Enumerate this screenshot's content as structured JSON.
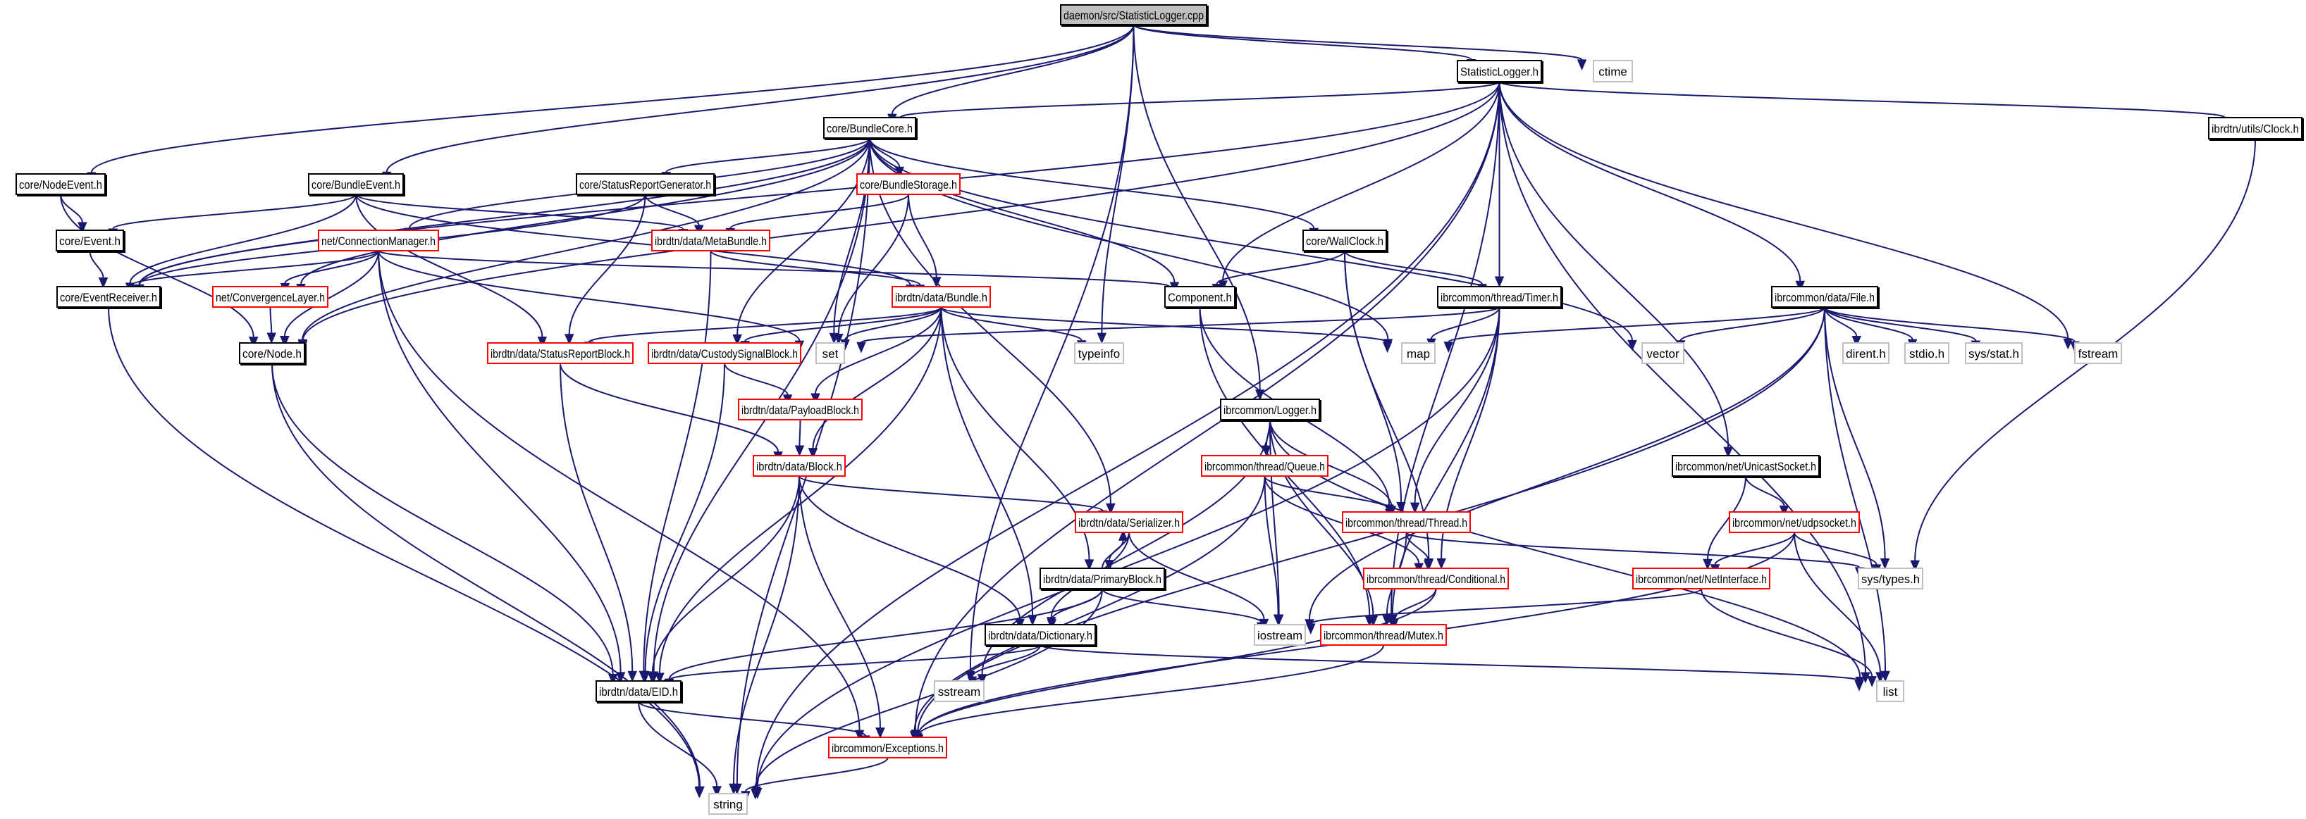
{
  "title": "daemon/src/StatisticLogger.cpp include dependency graph",
  "colors": {
    "edge": "#191970",
    "root_fill": "#bfbfbf",
    "incomplete_border": "#ff0000",
    "system_border": "#bfbfbf",
    "normal_border": "#000000"
  },
  "nodes": [
    {
      "id": "root",
      "label": "daemon/src/StatisticLogger.cpp",
      "kind": "root"
    },
    {
      "id": "statlog_h",
      "label": "StatisticLogger.h",
      "kind": "normal"
    },
    {
      "id": "ctime",
      "label": "ctime",
      "kind": "system"
    },
    {
      "id": "clock_h",
      "label": "ibrdtn/utils/Clock.h",
      "kind": "normal"
    },
    {
      "id": "bundlecore_h",
      "label": "core/BundleCore.h",
      "kind": "normal"
    },
    {
      "id": "nodeevent_h",
      "label": "core/NodeEvent.h",
      "kind": "normal"
    },
    {
      "id": "bundleevent_h",
      "label": "core/BundleEvent.h",
      "kind": "normal"
    },
    {
      "id": "srg_h",
      "label": "core/StatusReportGenerator.h",
      "kind": "normal"
    },
    {
      "id": "bundlestorage_h",
      "label": "core/BundleStorage.h",
      "kind": "incomplete"
    },
    {
      "id": "event_h",
      "label": "core/Event.h",
      "kind": "normal"
    },
    {
      "id": "connmgr_h",
      "label": "net/ConnectionManager.h",
      "kind": "incomplete"
    },
    {
      "id": "metabundle_h",
      "label": "ibrdtn/data/MetaBundle.h",
      "kind": "incomplete"
    },
    {
      "id": "wallclock_h",
      "label": "core/WallClock.h",
      "kind": "normal"
    },
    {
      "id": "eventreceiver_h",
      "label": "core/EventReceiver.h",
      "kind": "normal"
    },
    {
      "id": "convlayer_h",
      "label": "net/ConvergenceLayer.h",
      "kind": "incomplete"
    },
    {
      "id": "bundle_h",
      "label": "ibrdtn/data/Bundle.h",
      "kind": "incomplete"
    },
    {
      "id": "component_h",
      "label": "Component.h",
      "kind": "normal"
    },
    {
      "id": "timer_h",
      "label": "ibrcommon/thread/Timer.h",
      "kind": "normal"
    },
    {
      "id": "file_h",
      "label": "ibrcommon/data/File.h",
      "kind": "normal"
    },
    {
      "id": "node_h",
      "label": "core/Node.h",
      "kind": "normal"
    },
    {
      "id": "srblock_h",
      "label": "ibrdtn/data/StatusReportBlock.h",
      "kind": "incomplete"
    },
    {
      "id": "csblock_h",
      "label": "ibrdtn/data/CustodySignalBlock.h",
      "kind": "incomplete"
    },
    {
      "id": "set",
      "label": "set",
      "kind": "system"
    },
    {
      "id": "typeinfo",
      "label": "typeinfo",
      "kind": "system"
    },
    {
      "id": "map",
      "label": "map",
      "kind": "system"
    },
    {
      "id": "vector",
      "label": "vector",
      "kind": "system"
    },
    {
      "id": "dirent_h",
      "label": "dirent.h",
      "kind": "system"
    },
    {
      "id": "stdio_h",
      "label": "stdio.h",
      "kind": "system"
    },
    {
      "id": "sysstat_h",
      "label": "sys/stat.h",
      "kind": "system"
    },
    {
      "id": "fstream",
      "label": "fstream",
      "kind": "system"
    },
    {
      "id": "payloadblock_h",
      "label": "ibrdtn/data/PayloadBlock.h",
      "kind": "incomplete"
    },
    {
      "id": "logger_h",
      "label": "ibrcommon/Logger.h",
      "kind": "normal"
    },
    {
      "id": "block_h",
      "label": "ibrdtn/data/Block.h",
      "kind": "incomplete"
    },
    {
      "id": "queue_h",
      "label": "ibrcommon/thread/Queue.h",
      "kind": "incomplete"
    },
    {
      "id": "unicastsocket_h",
      "label": "ibrcommon/net/UnicastSocket.h",
      "kind": "normal"
    },
    {
      "id": "serializer_h",
      "label": "ibrdtn/data/Serializer.h",
      "kind": "incomplete"
    },
    {
      "id": "thread_h",
      "label": "ibrcommon/thread/Thread.h",
      "kind": "incomplete"
    },
    {
      "id": "udpsocket_h",
      "label": "ibrcommon/net/udpsocket.h",
      "kind": "incomplete"
    },
    {
      "id": "primaryblock_h",
      "label": "ibrdtn/data/PrimaryBlock.h",
      "kind": "normal"
    },
    {
      "id": "conditional_h",
      "label": "ibrcommon/thread/Conditional.h",
      "kind": "incomplete"
    },
    {
      "id": "netinterface_h",
      "label": "ibrcommon/net/NetInterface.h",
      "kind": "incomplete"
    },
    {
      "id": "systypes_h",
      "label": "sys/types.h",
      "kind": "system"
    },
    {
      "id": "dictionary_h",
      "label": "ibrdtn/data/Dictionary.h",
      "kind": "normal"
    },
    {
      "id": "iostream",
      "label": "iostream",
      "kind": "system"
    },
    {
      "id": "mutex_h",
      "label": "ibrcommon/thread/Mutex.h",
      "kind": "incomplete"
    },
    {
      "id": "eid_h",
      "label": "ibrdtn/data/EID.h",
      "kind": "normal"
    },
    {
      "id": "sstream",
      "label": "sstream",
      "kind": "system"
    },
    {
      "id": "list",
      "label": "list",
      "kind": "system"
    },
    {
      "id": "exceptions_h",
      "label": "ibrcommon/Exceptions.h",
      "kind": "incomplete"
    },
    {
      "id": "string",
      "label": "string",
      "kind": "system"
    }
  ],
  "edges": [
    [
      "root",
      "statlog_h"
    ],
    [
      "root",
      "ctime"
    ],
    [
      "root",
      "bundlecore_h"
    ],
    [
      "root",
      "nodeevent_h"
    ],
    [
      "root",
      "bundleevent_h"
    ],
    [
      "root",
      "sstream"
    ],
    [
      "root",
      "typeinfo"
    ],
    [
      "root",
      "logger_h"
    ],
    [
      "statlog_h",
      "bundlecore_h"
    ],
    [
      "statlog_h",
      "eventreceiver_h"
    ],
    [
      "statlog_h",
      "component_h"
    ],
    [
      "statlog_h",
      "timer_h"
    ],
    [
      "statlog_h",
      "mutex_h"
    ],
    [
      "statlog_h",
      "unicastsocket_h"
    ],
    [
      "statlog_h",
      "file_h"
    ],
    [
      "statlog_h",
      "clock_h"
    ],
    [
      "statlog_h",
      "fstream"
    ],
    [
      "statlog_h",
      "list"
    ],
    [
      "statlog_h",
      "string"
    ],
    [
      "statlog_h",
      "exceptions_h"
    ],
    [
      "statlog_h",
      "node_h"
    ],
    [
      "clock_h",
      "systypes_h"
    ],
    [
      "bundlecore_h",
      "srg_h"
    ],
    [
      "bundlecore_h",
      "bundlestorage_h"
    ],
    [
      "bundlecore_h",
      "connmgr_h"
    ],
    [
      "bundlecore_h",
      "convlayer_h"
    ],
    [
      "bundlecore_h",
      "eventreceiver_h"
    ],
    [
      "bundlecore_h",
      "wallclock_h"
    ],
    [
      "bundlecore_h",
      "component_h"
    ],
    [
      "bundlecore_h",
      "csblock_h"
    ],
    [
      "bundlecore_h",
      "set"
    ],
    [
      "bundlecore_h",
      "map"
    ],
    [
      "bundlecore_h",
      "vector"
    ],
    [
      "bundlecore_h",
      "serializer_h"
    ],
    [
      "bundlecore_h",
      "eid_h"
    ],
    [
      "bundlecore_h",
      "node_h"
    ],
    [
      "bundlecore_h",
      "string"
    ],
    [
      "nodeevent_h",
      "event_h"
    ],
    [
      "nodeevent_h",
      "node_h"
    ],
    [
      "bundleevent_h",
      "event_h"
    ],
    [
      "bundleevent_h",
      "metabundle_h"
    ],
    [
      "bundleevent_h",
      "bundle_h"
    ],
    [
      "bundleevent_h",
      "srblock_h"
    ],
    [
      "bundleevent_h",
      "eventreceiver_h"
    ],
    [
      "srg_h",
      "eventreceiver_h"
    ],
    [
      "srg_h",
      "metabundle_h"
    ],
    [
      "srg_h",
      "srblock_h"
    ],
    [
      "bundlestorage_h",
      "bundle_h"
    ],
    [
      "bundlestorage_h",
      "set"
    ],
    [
      "bundlestorage_h",
      "metabundle_h"
    ],
    [
      "event_h",
      "eventreceiver_h"
    ],
    [
      "connmgr_h",
      "eventreceiver_h"
    ],
    [
      "connmgr_h",
      "convlayer_h"
    ],
    [
      "connmgr_h",
      "node_h"
    ],
    [
      "connmgr_h",
      "component_h"
    ],
    [
      "connmgr_h",
      "set"
    ],
    [
      "connmgr_h",
      "eid_h"
    ],
    [
      "connmgr_h",
      "exceptions_h"
    ],
    [
      "metabundle_h",
      "bundle_h"
    ],
    [
      "metabundle_h",
      "eid_h"
    ],
    [
      "wallclock_h",
      "component_h"
    ],
    [
      "wallclock_h",
      "timer_h"
    ],
    [
      "wallclock_h",
      "conditional_h"
    ],
    [
      "wallclock_h",
      "thread_h"
    ],
    [
      "eventreceiver_h",
      "string"
    ],
    [
      "convlayer_h",
      "node_h"
    ],
    [
      "bundle_h",
      "srblock_h"
    ],
    [
      "bundle_h",
      "csblock_h"
    ],
    [
      "bundle_h",
      "set"
    ],
    [
      "bundle_h",
      "typeinfo"
    ],
    [
      "bundle_h",
      "map"
    ],
    [
      "bundle_h",
      "payloadblock_h"
    ],
    [
      "bundle_h",
      "block_h"
    ],
    [
      "bundle_h",
      "primaryblock_h"
    ],
    [
      "bundle_h",
      "eid_h"
    ],
    [
      "bundle_h",
      "dictionary_h"
    ],
    [
      "component_h",
      "thread_h"
    ],
    [
      "component_h",
      "mutex_h"
    ],
    [
      "timer_h",
      "set"
    ],
    [
      "timer_h",
      "map"
    ],
    [
      "timer_h",
      "thread_h"
    ],
    [
      "timer_h",
      "conditional_h"
    ],
    [
      "timer_h",
      "mutex_h"
    ],
    [
      "timer_h",
      "string"
    ],
    [
      "file_h",
      "map"
    ],
    [
      "file_h",
      "vector"
    ],
    [
      "file_h",
      "dirent_h"
    ],
    [
      "file_h",
      "stdio_h"
    ],
    [
      "file_h",
      "sysstat_h"
    ],
    [
      "file_h",
      "fstream"
    ],
    [
      "file_h",
      "systypes_h"
    ],
    [
      "file_h",
      "list"
    ],
    [
      "file_h",
      "iostream"
    ],
    [
      "file_h",
      "exceptions_h"
    ],
    [
      "node_h",
      "eid_h"
    ],
    [
      "node_h",
      "string"
    ],
    [
      "srblock_h",
      "block_h"
    ],
    [
      "srblock_h",
      "eid_h"
    ],
    [
      "csblock_h",
      "payloadblock_h"
    ],
    [
      "csblock_h",
      "eid_h"
    ],
    [
      "payloadblock_h",
      "block_h"
    ],
    [
      "logger_h",
      "queue_h"
    ],
    [
      "logger_h",
      "thread_h"
    ],
    [
      "logger_h",
      "iostream"
    ],
    [
      "logger_h",
      "sstream"
    ],
    [
      "logger_h",
      "list"
    ],
    [
      "logger_h",
      "mutex_h"
    ],
    [
      "block_h",
      "serializer_h"
    ],
    [
      "block_h",
      "dictionary_h"
    ],
    [
      "block_h",
      "eid_h"
    ],
    [
      "block_h",
      "exceptions_h"
    ],
    [
      "block_h",
      "string"
    ],
    [
      "queue_h",
      "thread_h"
    ],
    [
      "queue_h",
      "conditional_h"
    ],
    [
      "queue_h",
      "iostream"
    ],
    [
      "queue_h",
      "exceptions_h"
    ],
    [
      "unicastsocket_h",
      "udpsocket_h"
    ],
    [
      "unicastsocket_h",
      "netinterface_h"
    ],
    [
      "serializer_h",
      "primaryblock_h"
    ],
    [
      "serializer_h",
      "dictionary_h"
    ],
    [
      "serializer_h",
      "iostream"
    ],
    [
      "thread_h",
      "conditional_h"
    ],
    [
      "thread_h",
      "mutex_h"
    ],
    [
      "thread_h",
      "systypes_h"
    ],
    [
      "udpsocket_h",
      "netinterface_h"
    ],
    [
      "udpsocket_h",
      "systypes_h"
    ],
    [
      "udpsocket_h",
      "list"
    ],
    [
      "udpsocket_h",
      "exceptions_h"
    ],
    [
      "primaryblock_h",
      "serializer_h"
    ],
    [
      "primaryblock_h",
      "dictionary_h"
    ],
    [
      "primaryblock_h",
      "iostream"
    ],
    [
      "primaryblock_h",
      "eid_h"
    ],
    [
      "primaryblock_h",
      "string"
    ],
    [
      "conditional_h",
      "mutex_h"
    ],
    [
      "conditional_h",
      "exceptions_h"
    ],
    [
      "netinterface_h",
      "iostream"
    ],
    [
      "netinterface_h",
      "list"
    ],
    [
      "dictionary_h",
      "eid_h"
    ],
    [
      "dictionary_h",
      "sstream"
    ],
    [
      "dictionary_h",
      "list"
    ],
    [
      "mutex_h",
      "exceptions_h"
    ],
    [
      "eid_h",
      "exceptions_h"
    ],
    [
      "eid_h",
      "string"
    ],
    [
      "exceptions_h",
      "string"
    ]
  ]
}
